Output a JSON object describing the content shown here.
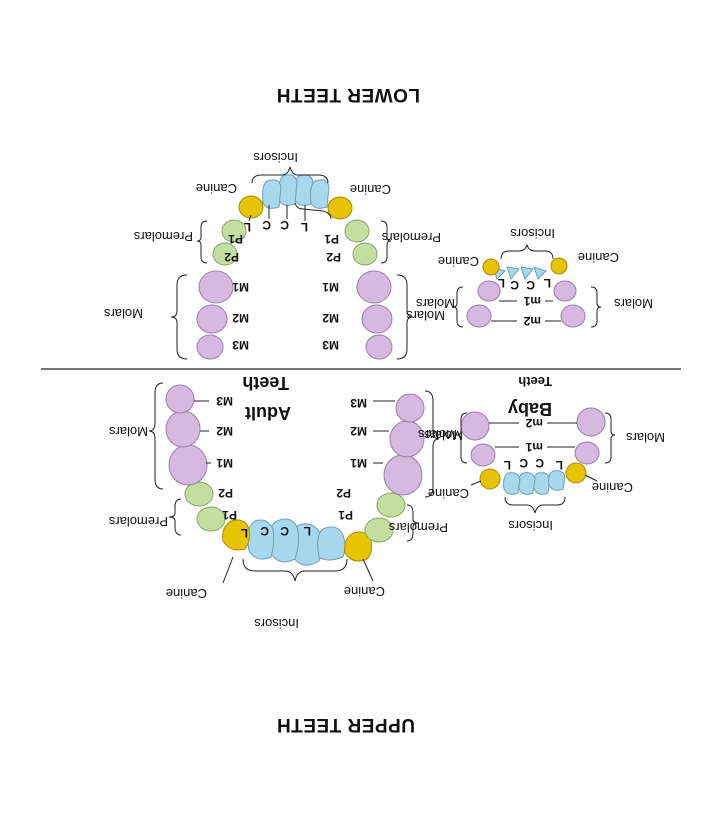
{
  "titles": {
    "upper": "UPPER TEETH",
    "lower": "LOWER TEETH"
  },
  "sections": {
    "adult": "Adult",
    "adult_sub": "Teeth",
    "baby": "Baby",
    "baby_sub": "Teeth"
  },
  "groups": {
    "incisors": "Incisors",
    "canine": "Canine",
    "premolars": "Premolars",
    "molars": "Molars"
  },
  "codes": {
    "lateral": "L",
    "central": "C",
    "p1": "P1",
    "p2": "P2",
    "m1": "M1",
    "m2": "M2",
    "m3": "M3",
    "baby_m1": "m1",
    "baby_m2": "m2"
  },
  "colors": {
    "incisor": "#a8d8ef",
    "canine": "#e8c400",
    "premolar": "#c2dfa0",
    "molar": "#d5b9e0"
  }
}
